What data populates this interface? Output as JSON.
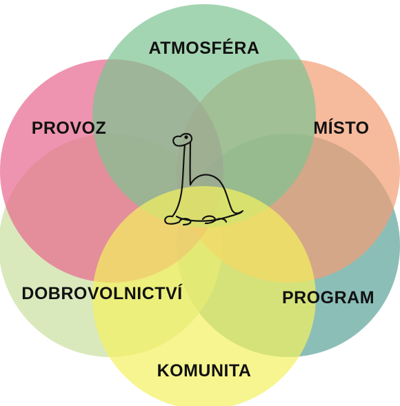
{
  "diagram": {
    "type": "venn",
    "circles": [
      {
        "label": "ATMOSFÉRA",
        "color": "#7ec392"
      },
      {
        "label": "MÍSTO",
        "color": "#f29c73"
      },
      {
        "label": "PROGRAM",
        "color": "#5ba39a"
      },
      {
        "label": "KOMUNITA",
        "color": "#f4f160"
      },
      {
        "label": "DOBROVOLNICTVÍ",
        "color": "#cbe0a0"
      },
      {
        "label": "PROVOZ",
        "color": "#e8668f"
      }
    ],
    "center_icon": "dinosaur-icon"
  }
}
